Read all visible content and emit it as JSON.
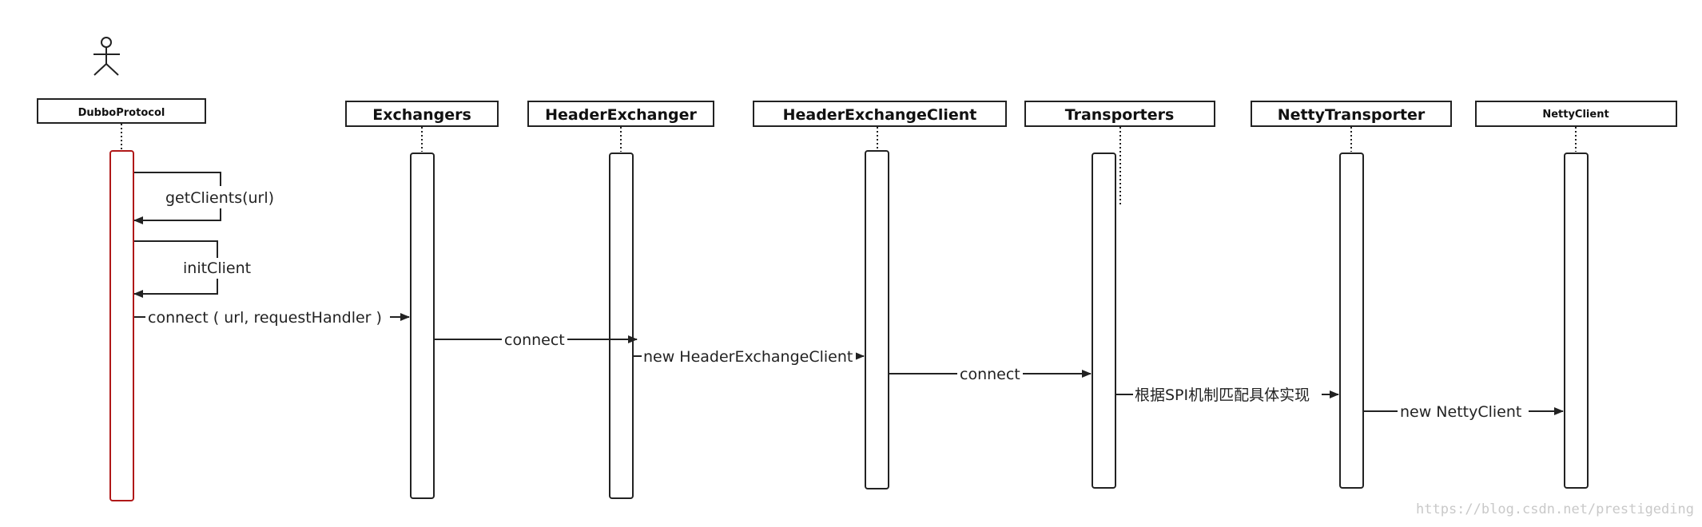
{
  "participants": {
    "dubbo_protocol": "DubboProtocol",
    "exchangers": "Exchangers",
    "header_exchanger": "HeaderExchanger",
    "header_exchange_client": "HeaderExchangeClient",
    "transporters": "Transporters",
    "netty_transporter": "NettyTransporter",
    "netty_client": "NettyClient"
  },
  "messages": {
    "get_clients": "getClients(url)",
    "init_client": "initClient",
    "connect_url": "connect ( url, requestHandler )",
    "connect_1": "connect",
    "new_header_exchange_client": "new HeaderExchangeClient",
    "connect_2": "connect",
    "spi_match": "根据SPI机制匹配具体实现",
    "new_netty_client": "new NettyClient"
  },
  "watermark": "https://blog.csdn.net/prestigeding",
  "colors": {
    "line": "#222222",
    "active_activation": "#b01818",
    "watermark": "#c9c9c9"
  }
}
